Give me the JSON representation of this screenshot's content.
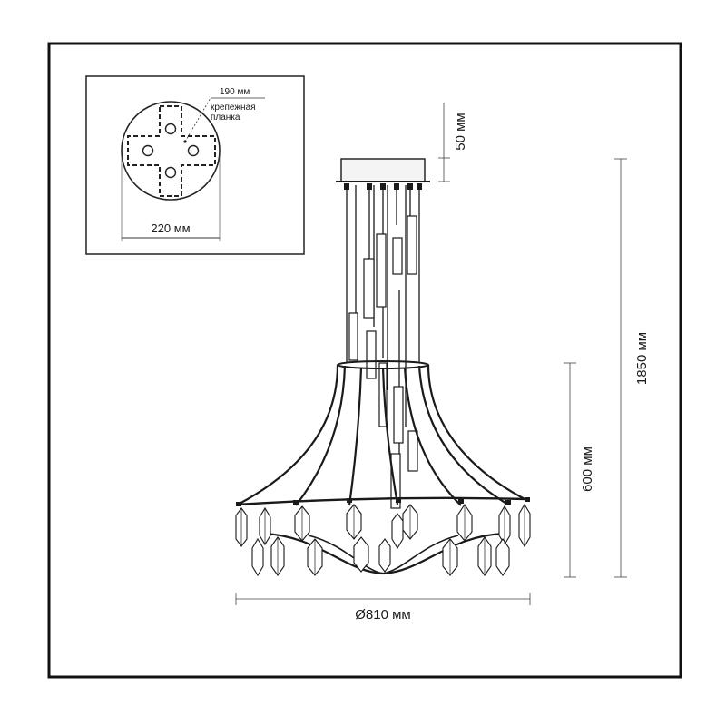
{
  "inset": {
    "labels": {
      "plate_width": "190 мм",
      "plate_name_line1": "крепежная",
      "plate_name_line2": "планка",
      "canopy_diameter": "220 мм"
    }
  },
  "dimensions": {
    "canopy_height": "50 мм",
    "total_height": "1850 мм",
    "body_height": "600 мм",
    "diameter": "Ø810 мм"
  },
  "colors": {
    "line": "#1a1a1a",
    "frame": "#111111",
    "canopy_fill": "#f4f4f4"
  }
}
